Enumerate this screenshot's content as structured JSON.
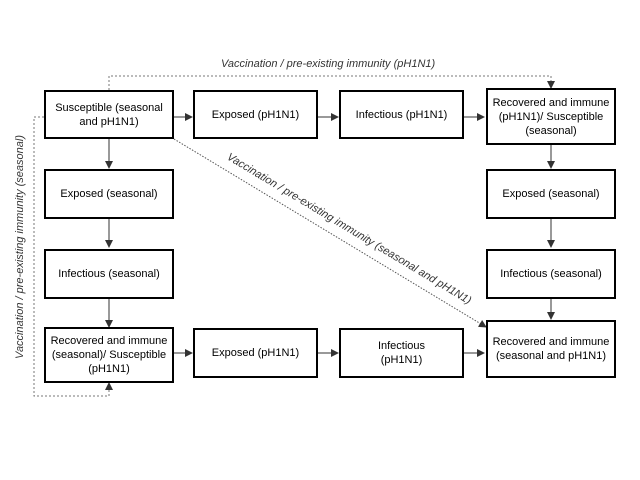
{
  "boxes": {
    "susceptible_both": "Susceptible (seasonal and pH1N1)",
    "exposed_ph1n1_top": "Exposed (pH1N1)",
    "infectious_ph1n1_top": "Infectious (pH1N1)",
    "recovered_ph1n1_susc_seasonal": "Recovered and immune (pH1N1)/ Susceptible (seasonal)",
    "exposed_seasonal_left": "Exposed (seasonal)",
    "exposed_seasonal_right": "Exposed (seasonal)",
    "infectious_seasonal_left": "Infectious (seasonal)",
    "infectious_seasonal_right": "Infectious (seasonal)",
    "recovered_seasonal_susc_ph1n1": "Recovered and immune (seasonal)/ Susceptible (pH1N1)",
    "exposed_ph1n1_bottom": "Exposed (pH1N1)",
    "infectious_ph1n1_bottom": "Infectious (pH1N1)",
    "recovered_both": "Recovered and immune (seasonal and pH1N1)"
  },
  "labels": {
    "vaccination_ph1n1": "Vaccination / pre-existing immunity (pH1N1)",
    "vaccination_seasonal": "Vaccination / pre-existing immunity (seasonal)",
    "vaccination_both": "Vaccination / pre-existing immunity (seasonal and pH1N1)"
  }
}
